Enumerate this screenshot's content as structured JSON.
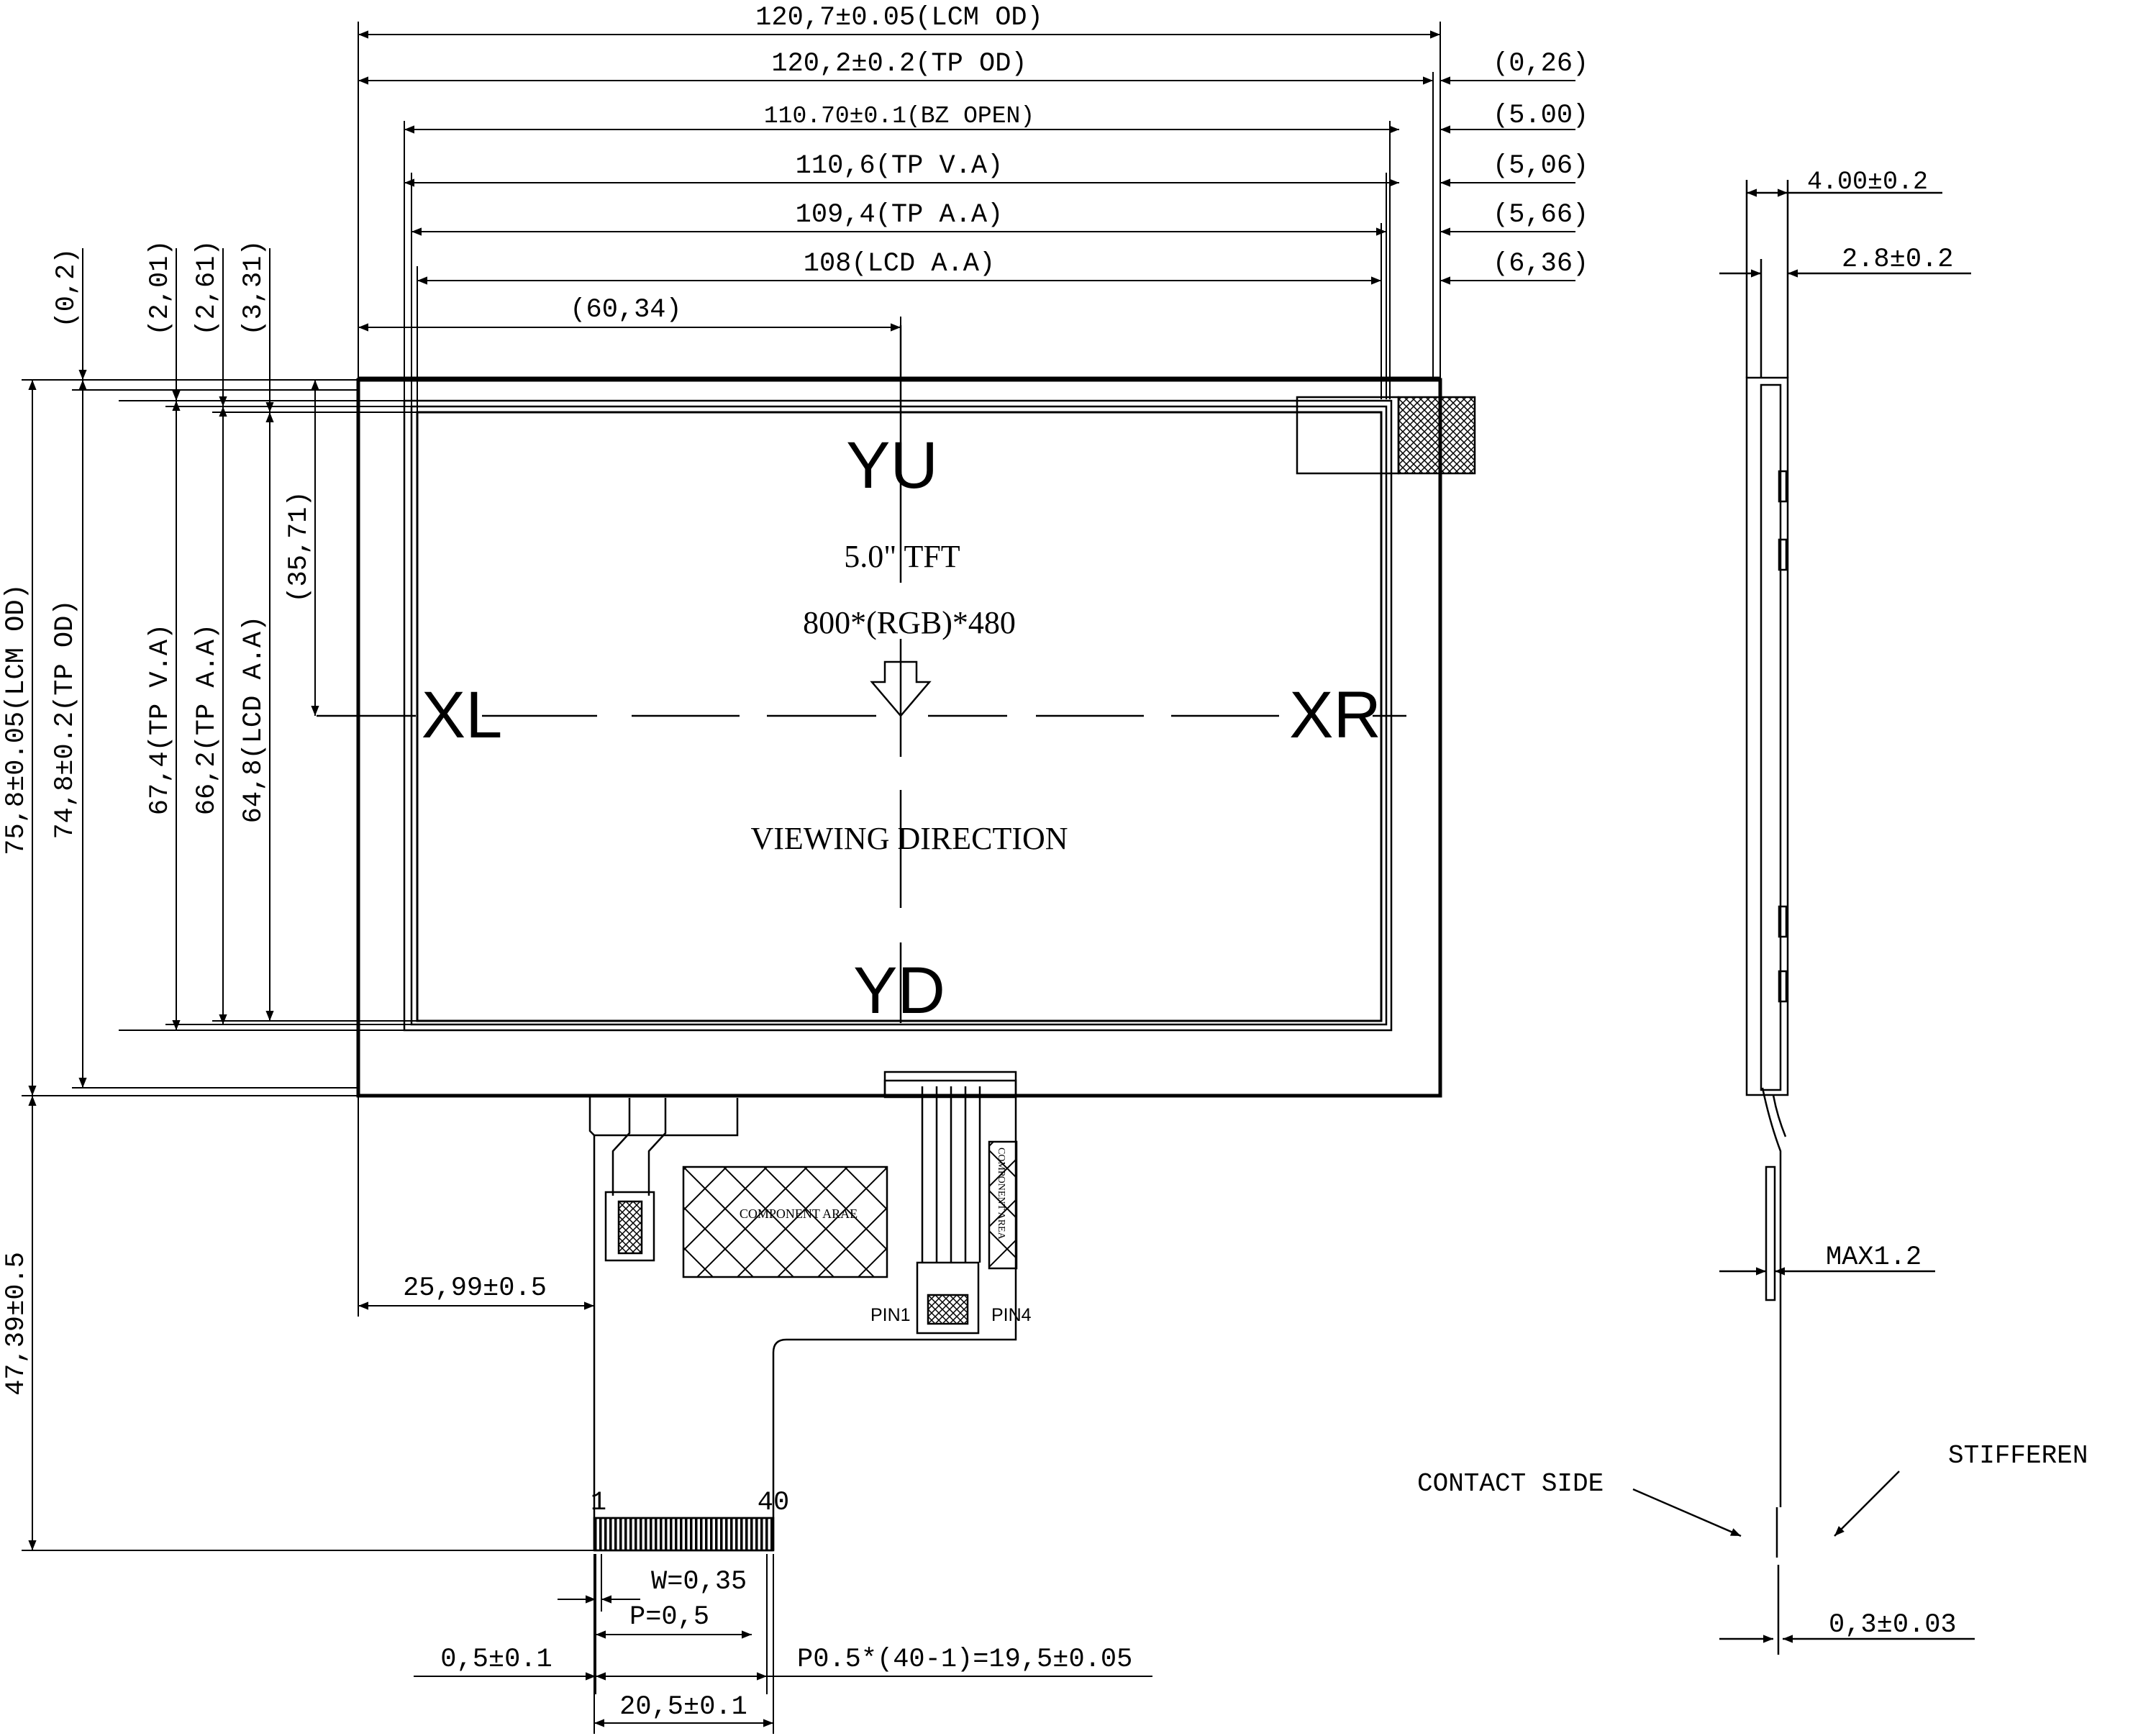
{
  "front_view": {
    "dims": {
      "lcm_od_w": "120,7±0.05(LCM OD)",
      "tp_od_w": "120,2±0.2(TP OD)",
      "bz_open_w": "110.70±0.1(BZ OPEN)",
      "tp_va_w": "110,6(TP V.A)",
      "tp_aa_w": "109,4(TP A.A)",
      "lcd_aa_w": "108(LCD A.A)",
      "center_x": "(60,34)",
      "off_026": "(0,26)",
      "off_500": "(5.00)",
      "off_506": "(5,06)",
      "off_566": "(5,66)",
      "off_636": "(6,36)",
      "off_02": "(0,2)",
      "off_201": "(2,01)",
      "off_261": "(2,61)",
      "off_331": "(3,31)",
      "center_y": "(35,71)",
      "lcm_od_h": "75,8±0.05(LCM OD)",
      "tp_od_h": "74,8±0.2(TP OD)",
      "tp_va_h": "67,4(TP V.A)",
      "tp_aa_h": "66,2(TP A.A)",
      "lcd_aa_h": "64,8(LCD A.A)",
      "fpc_len": "47,39±0.5",
      "fpc_offset": "25,99±0.5",
      "pin_w": "W=0,35",
      "pin_p": "P=0,5",
      "pin_edge": "0,5±0.1",
      "pin_span": "P0.5*(40-1)=19,5±0.05",
      "fpc_w": "20,5±0.1"
    },
    "labels": {
      "yu": "YU",
      "yd": "YD",
      "xl": "XL",
      "xr": "XR",
      "size": "5.0\" TFT",
      "resolution": "800*(RGB)*480",
      "viewing": "VIEWING DIRECTION",
      "pin1": "PIN1",
      "pin4": "PIN4",
      "pin_first": "1",
      "pin_last": "40",
      "component_area": "COMPONENT ARAE",
      "component_area_2": "COMPONENT AREA"
    }
  },
  "side_view": {
    "thickness": "4.00±0.2",
    "lcm_thickness": "2.8±0.2",
    "max": "MAX1.2",
    "fpc_thickness": "0,3±0.03",
    "contact_side": "CONTACT SIDE",
    "stiffener": "STIFFEREN"
  }
}
